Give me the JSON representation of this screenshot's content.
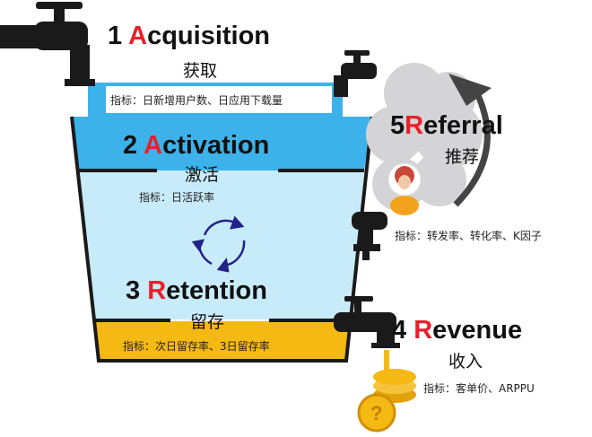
{
  "title": "AARRR",
  "stages": {
    "acquisition": {
      "num": "1",
      "initial": "A",
      "rest": "cquisition",
      "cn": "获取",
      "metric": "指标：日新增用户数、日应用下载量"
    },
    "activation": {
      "num": "2",
      "initial": "A",
      "rest": "ctivation",
      "cn": "激活",
      "metric": "指标：日活跃率"
    },
    "retention": {
      "num": "3",
      "initial": "R",
      "rest": "etention",
      "cn": "留存",
      "metric": "指标：次日留存率、3日留存率"
    },
    "revenue": {
      "num": "4",
      "initial": "R",
      "rest": "evenue",
      "cn": "收入",
      "metric": "指标：客单价、ARPPU"
    },
    "referral": {
      "num": "5",
      "initial": "R",
      "rest": "eferral",
      "cn": "推荐",
      "metric": "指标：转发率、转化率、K因子"
    }
  },
  "colors": {
    "accent": "#e8202a",
    "top_water": "#3db2ea",
    "mid_water": "#c8ebfa",
    "bottom": "#f5b914",
    "faucet": "#1a1a1a"
  }
}
